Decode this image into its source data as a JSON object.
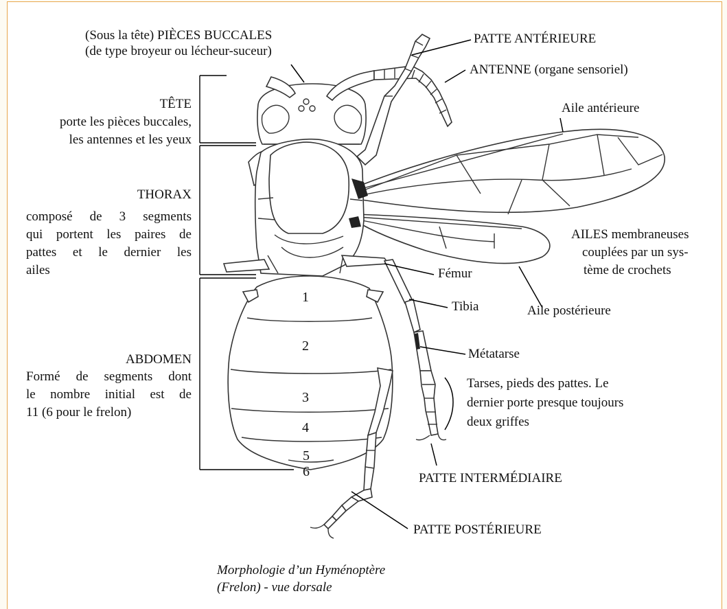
{
  "labels": {
    "mouthparts_line1": "(Sous la tête) PIÈCES BUCCALES",
    "mouthparts_line2": "(de type broyeur ou lécheur-suceur)",
    "patte_anterieure": "PATTE ANTÉRIEURE",
    "antenne": "ANTENNE (organe sensoriel)",
    "aile_anterieure": "Aile antérieure",
    "ailes_line1": "AILES membraneuses",
    "ailes_line2": "couplées par un sys-",
    "ailes_line3": "tème de crochets",
    "aile_posterieure": "Aile postérieure",
    "femur": "Fémur",
    "tibia": "Tibia",
    "metatarse": "Métatarse",
    "tarses_line1": "Tarses, pieds des pattes. Le",
    "tarses_line2": "dernier porte presque toujours",
    "tarses_line3": "deux griffes",
    "patte_intermediaire": "PATTE INTERMÉDIAIRE",
    "patte_posterieure": "PATTE POSTÉRIEURE"
  },
  "sections": {
    "tete_title": "TÊTE",
    "tete_line1": "porte les pièces buccales,",
    "tete_line2": "les antennes et les yeux",
    "thorax_title": "THORAX",
    "thorax_line1": "composé de 3 segments",
    "thorax_line2": "qui portent les paires de",
    "thorax_line3": "pattes et le dernier les",
    "thorax_line4": "ailes",
    "abdomen_title": "ABDOMEN",
    "abdomen_line1": "Formé de segments dont",
    "abdomen_line2": "le nombre initial est de",
    "abdomen_line3": "11 (6 pour le frelon)"
  },
  "segments": [
    "1",
    "2",
    "3",
    "4",
    "5",
    "6"
  ],
  "caption": {
    "line1": "Morphologie d’un Hyménoptère",
    "line2": "(Frelon) - vue dorsale"
  },
  "colors": {
    "frame_border": "#e8a64b",
    "outline": "#333333"
  }
}
